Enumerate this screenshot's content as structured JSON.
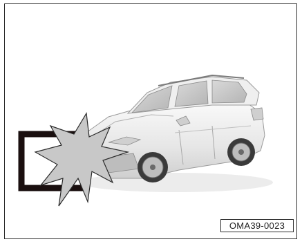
{
  "figure": {
    "code": "OMA39-0023",
    "depicts": [
      "suv-vehicle",
      "barrier",
      "collision-burst"
    ],
    "colors": {
      "border": "#2a2a2a",
      "barrier_outline": "#1a0f0f",
      "burst_fill": "#c8c8c8",
      "car_body": "#eeeeee",
      "car_shadow": "#bdbdbd"
    }
  }
}
